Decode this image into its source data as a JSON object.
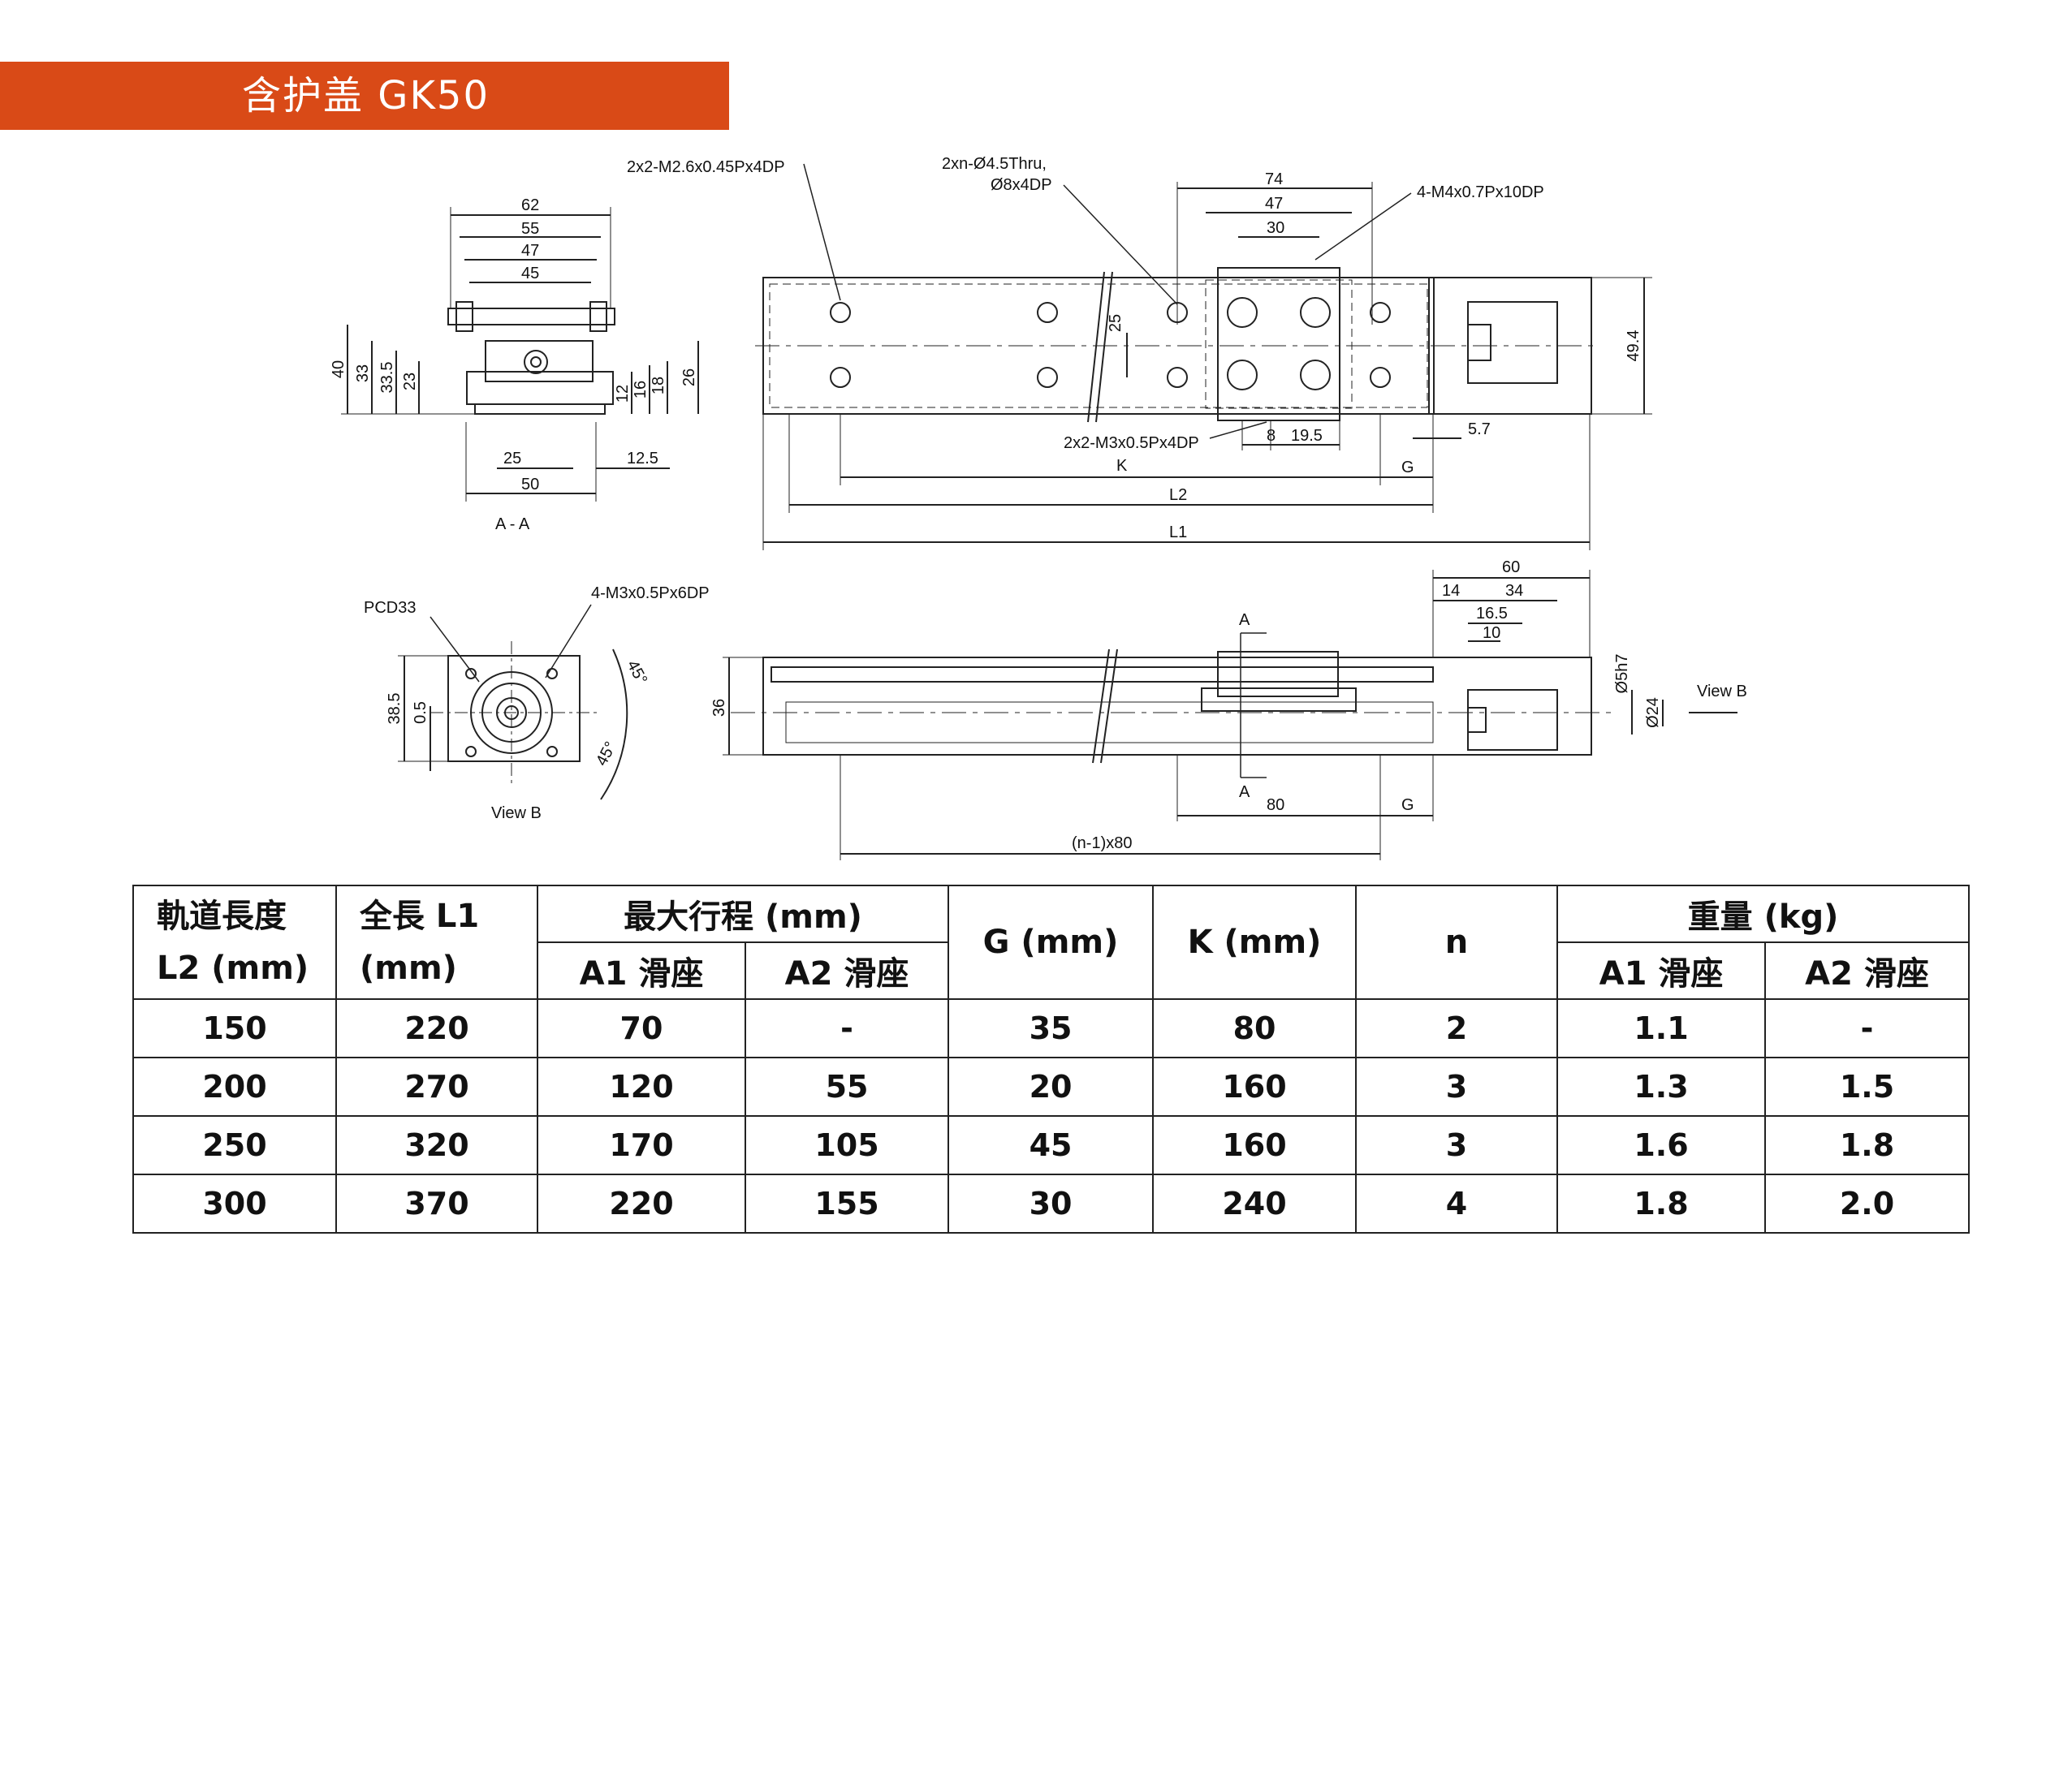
{
  "header": {
    "title": "含护盖 GK50"
  },
  "drawing": {
    "callouts": {
      "top_holes": "2x2-M2.6x0.45Px4DP",
      "thru_line1": "2xn-Ø4.5Thru,",
      "thru_line2": "Ø8x4DP",
      "carriage_tap": "4-M4x0.7Px10DP",
      "bottom_holes": "2x2-M3x0.5Px4DP",
      "pcd": "PCD33",
      "motor_tap": "4-M3x0.5Px6DP"
    },
    "section_label": "A - A",
    "view_b": "View B",
    "section_mark": "A",
    "dims": {
      "d62": "62",
      "d55": "55",
      "d47": "47",
      "d45": "45",
      "d40": "40",
      "d33": "33",
      "d33_5": "33.5",
      "d23": "23",
      "d12": "12",
      "d16": "16",
      "d18": "18",
      "d26": "26",
      "d25": "25",
      "d50": "50",
      "d12_5": "12.5",
      "d74": "74",
      "d30": "30",
      "d49_4": "49.4",
      "d8": "8",
      "d19_5": "19.5",
      "d5_7": "5.7",
      "K": "K",
      "G": "G",
      "L2": "L2",
      "L1": "L1",
      "d60": "60",
      "d14": "14",
      "d34": "34",
      "d16_5": "16.5",
      "d10": "10",
      "d5h7": "Ø5h7",
      "d24": "Ø24",
      "d36": "36",
      "d80": "80",
      "n_pitch": "(n-1)x80",
      "d38_5": "38.5",
      "d0_5": "0.5",
      "deg45": "45°"
    }
  },
  "table": {
    "headers": {
      "col1": [
        "軌道長度",
        "L2 (mm)"
      ],
      "col2": [
        "全長 L1",
        "(mm)"
      ],
      "stroke": "最大行程 (mm)",
      "stroke_a1": "A1 滑座",
      "stroke_a2": "A2 滑座",
      "g": "G (mm)",
      "k": "K (mm)",
      "n": "n",
      "weight": "重量 (kg)",
      "weight_a1": "A1 滑座",
      "weight_a2": "A2 滑座"
    },
    "rows": [
      [
        "150",
        "220",
        "70",
        "-",
        "35",
        "80",
        "2",
        "1.1",
        "-"
      ],
      [
        "200",
        "270",
        "120",
        "55",
        "20",
        "160",
        "3",
        "1.3",
        "1.5"
      ],
      [
        "250",
        "320",
        "170",
        "105",
        "45",
        "160",
        "3",
        "1.6",
        "1.8"
      ],
      [
        "300",
        "370",
        "220",
        "155",
        "30",
        "240",
        "4",
        "1.8",
        "2.0"
      ]
    ]
  }
}
